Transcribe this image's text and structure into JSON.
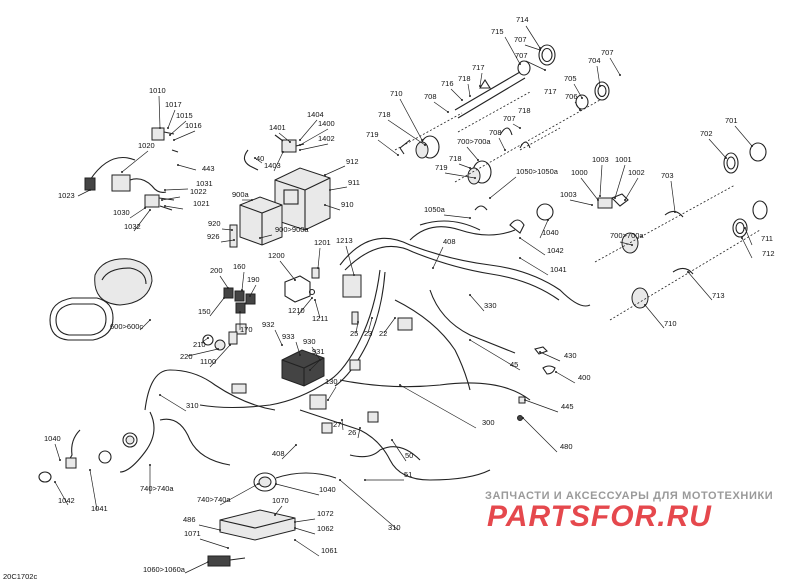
{
  "drawing_code": "20C1702c",
  "watermark": {
    "tagline": "ЗАПЧАСТИ И АКСЕССУАРЫ ДЛЯ МОТОТЕХНИКИ",
    "logo": "PARTSFOR.RU"
  },
  "callouts": [
    "714",
    "715",
    "707",
    "707",
    "704",
    "707",
    "717",
    "718",
    "716",
    "708",
    "710",
    "718",
    "705",
    "706",
    "707",
    "717",
    "718",
    "719",
    "708",
    "700>700a",
    "718",
    "719",
    "701",
    "702",
    "1003",
    "1001",
    "1000",
    "1002",
    "1003",
    "703",
    "700>700a",
    "711",
    "712",
    "713",
    "710",
    "1010",
    "1017",
    "1015",
    "1016",
    "1020",
    "443",
    "1023",
    "1031",
    "1022",
    "1021",
    "1030",
    "1032",
    "1401",
    "1404",
    "1400",
    "1402",
    "40",
    "1403",
    "912",
    "911",
    "910",
    "900a",
    "920",
    "926",
    "900>900a",
    "1050>1050a",
    "1050a",
    "408",
    "1040",
    "1042",
    "1041",
    "330",
    "200",
    "160",
    "190",
    "150",
    "170",
    "210",
    "220",
    "1100",
    "600>600c",
    "1201",
    "1213",
    "1200",
    "1210",
    "1211",
    "25",
    "23",
    "22",
    "932",
    "933",
    "930",
    "931",
    "130",
    "45",
    "430",
    "400",
    "445",
    "480",
    "300",
    "310",
    "27",
    "26",
    "408",
    "50",
    "51",
    "1040",
    "1042",
    "1041",
    "740>740a",
    "740>740a",
    "1040",
    "310",
    "1070",
    "1072",
    "486",
    "1071",
    "1062",
    "1061",
    "1060>1060a"
  ]
}
